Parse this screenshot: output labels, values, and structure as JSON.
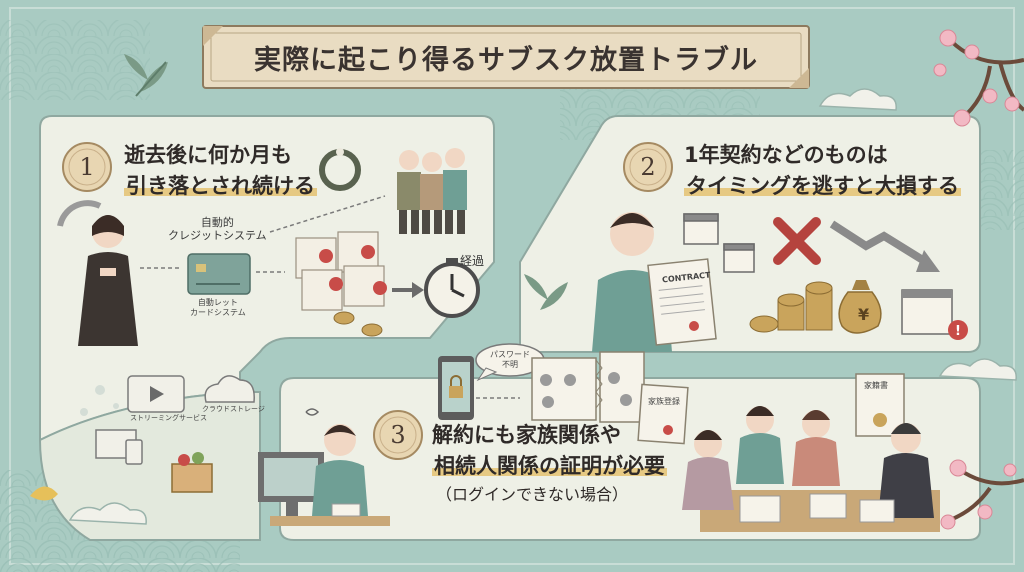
{
  "title": "実際に起こり得るサブスク放置トラブル",
  "sections": [
    {
      "number": "1",
      "heading_lines": [
        "逝去後に何か月も",
        "引き落とされ続ける"
      ],
      "labels": {
        "auto_credit": "自動的\nクレジットシステム",
        "auto_card": "自動レット\nカードシステム",
        "elapsed": "経過"
      }
    },
    {
      "number": "2",
      "heading_lines": [
        "1年契約などのものは",
        "タイミングを逃すと大損する"
      ],
      "labels": {
        "contract": "CONTRACT"
      }
    },
    {
      "number": "3",
      "heading_lines": [
        "解約にも家族関係や",
        "相続人関係の証明が必要",
        "（ログインできない場合）"
      ],
      "labels": {
        "password_unknown": "パスワード\n不明",
        "family_register": "家族登録",
        "certificate_doc": "家籍書"
      }
    }
  ],
  "services": {
    "streaming": "ストリーミングサービス",
    "cloud": "クラウドストレージ"
  },
  "colors": {
    "background": "#a9cbc2",
    "panel": "#eef0e6",
    "panel_border": "#8fa8a0",
    "accent_gold": "#e6c983",
    "red": "#b5433e",
    "coin": "#c9a45c"
  }
}
